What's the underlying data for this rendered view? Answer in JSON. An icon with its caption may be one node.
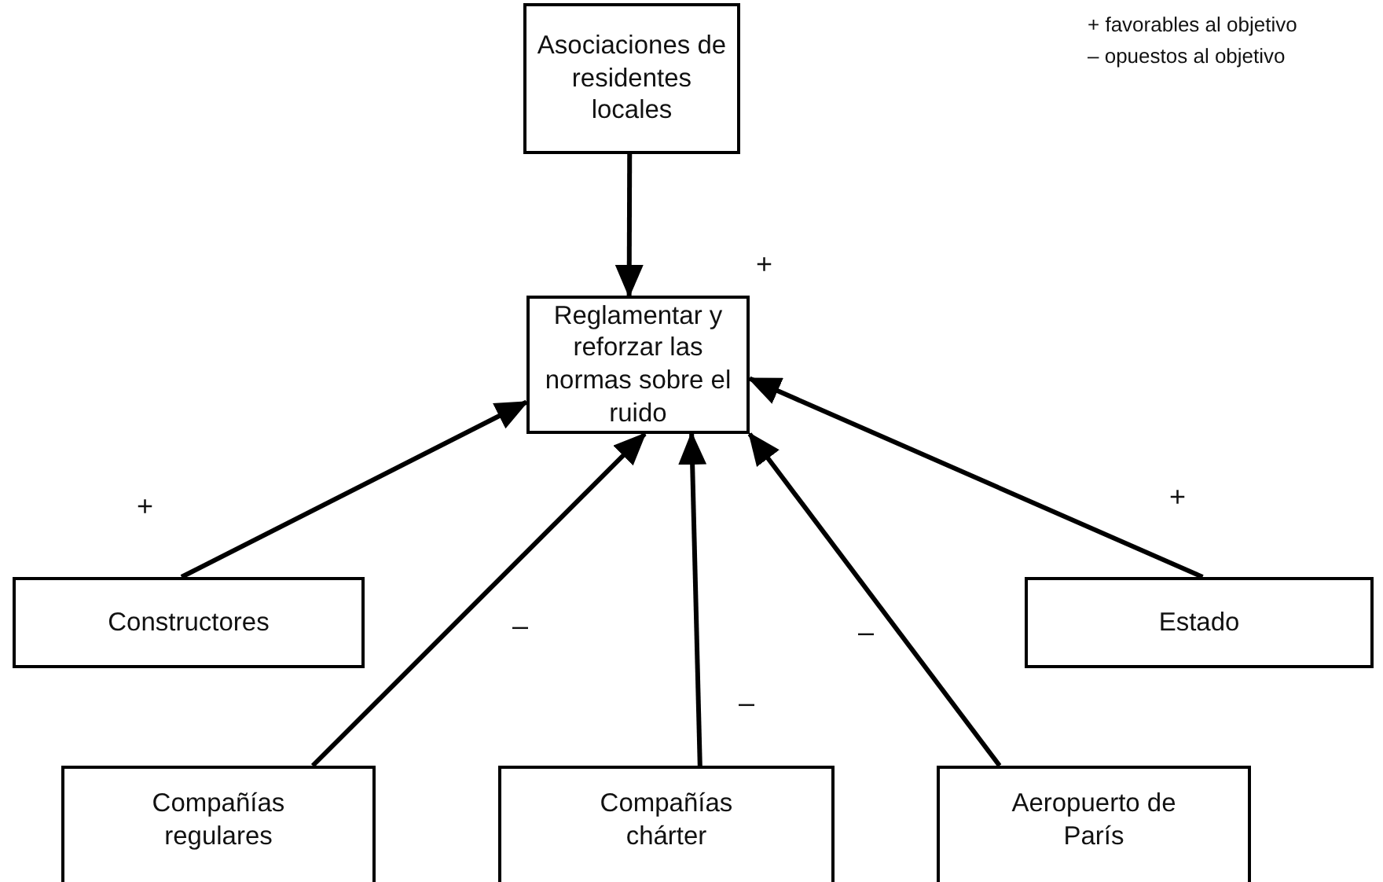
{
  "diagram": {
    "nodes": [
      {
        "text": [
          "Asociaciones de residentes locales"
        ]
      },
      {
        "text": [
          "Reglamentar y reforzar las normas sobre el ruido"
        ]
      },
      {
        "text": [
          "Constructores"
        ]
      },
      {
        "text": [
          "Estado"
        ]
      },
      {
        "text": [
          "Compañías regulares"
        ]
      },
      {
        "text": [
          "Compañías chárter"
        ]
      },
      {
        "text": [
          "Aeropuerto de París"
        ]
      }
    ],
    "edges": [
      {
        "from": 0,
        "to": 1,
        "arrow": "to",
        "label": "+"
      },
      {
        "from": 2,
        "to": 1,
        "arrow": "to",
        "label": "+"
      },
      {
        "from": 4,
        "to": 1,
        "arrow": "to",
        "label": "–"
      },
      {
        "from": 5,
        "to": 1,
        "arrow": "to",
        "label": "–"
      },
      {
        "from": 6,
        "to": 1,
        "arrow": "to",
        "label": "–"
      },
      {
        "from": 3,
        "to": 1,
        "arrow": "to",
        "label": "+"
      }
    ],
    "labels": [
      "+ favorables al objetivo",
      "– opuestos al objetivo"
    ]
  }
}
